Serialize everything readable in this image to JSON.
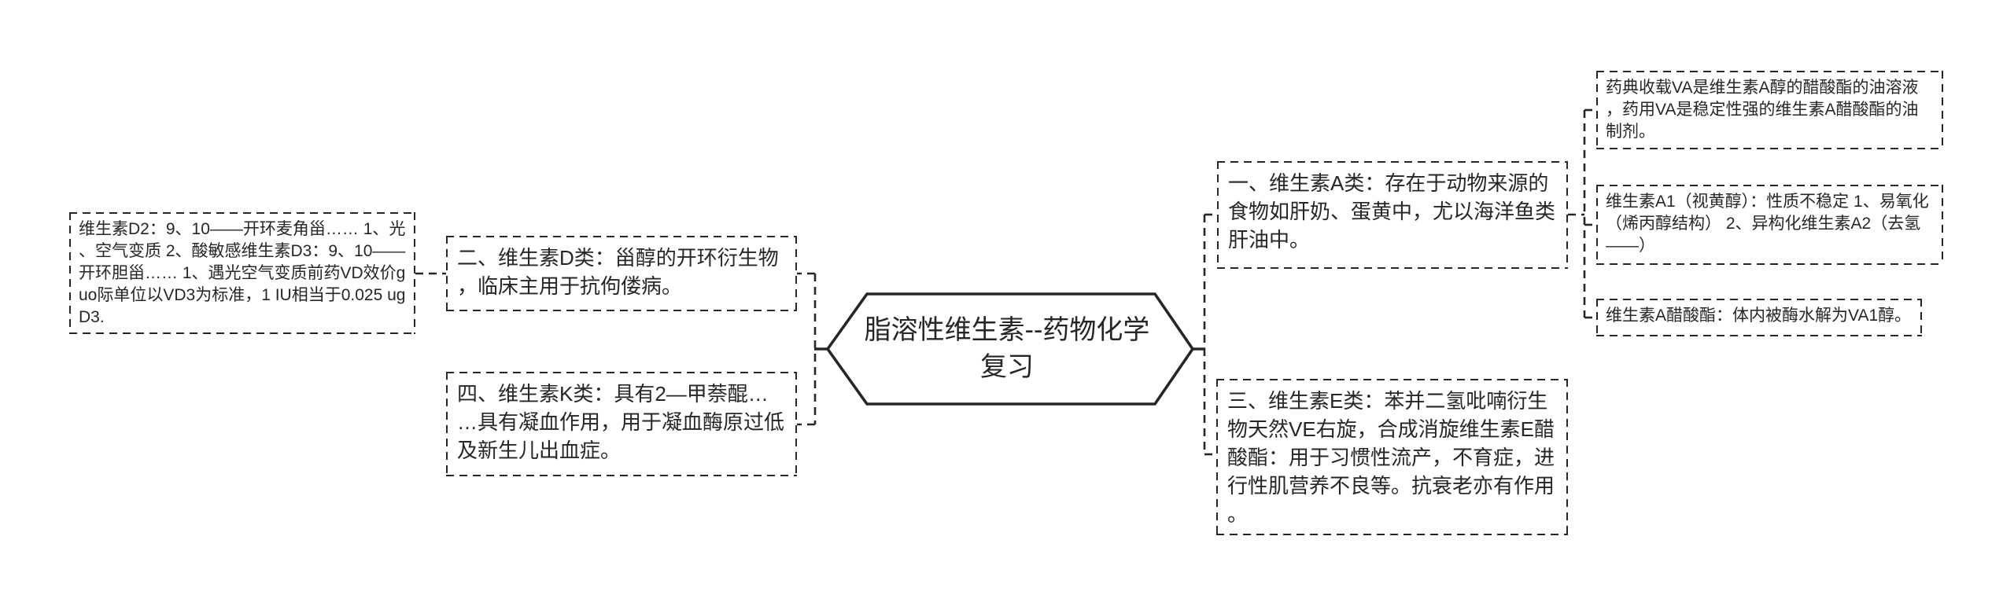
{
  "canvas": {
    "background": "#ffffff",
    "line_color": "#262626",
    "text_color": "#262626"
  },
  "mindmap": {
    "root": {
      "label": "脂溶性维生素--药物化学复习"
    },
    "left_branch": {
      "vitamin_d": {
        "label": "二、维生素D类：甾醇的开环衍生物，临床主用于抗佝偻病。",
        "children": {
          "vitamin_d2_note": {
            "label": "维生素D2：9、10——开环麦角甾…… 1、光、空气变质 2、酸敏感维生素D3：9、10——开环胆甾…… 1、遇光空气变质前药VD效价guo际单位以VD3为标准，1 IU相当于0.025 ug D3."
          }
        }
      },
      "vitamin_k": {
        "label": "四、维生素K类：具有2—甲萘醌……具有凝血作用，用于凝血酶原过低及新生儿出血症。"
      }
    },
    "right_branch": {
      "vitamin_a": {
        "label": "一、维生素A类：存在于动物来源的食物如肝奶、蛋黄中，尤以海洋鱼类肝油中。",
        "children": {
          "va_pharmacopoeia_note": {
            "label": "药典收载VA是维生素A醇的醋酸酯的油溶液，药用VA是稳定性强的维生素A醋酸酯的油制剂。"
          },
          "vitamin_a1_note": {
            "label": "维生素A1（视黄醇）：性质不稳定 1、易氧化（烯丙醇结构） 2、异构化维生素A2（去氢——）"
          },
          "va_acetate_note": {
            "label": "维生素A醋酸酯：体内被酶水解为VA1醇。"
          }
        }
      },
      "vitamin_e": {
        "label": "三、维生素E类：苯并二氢吡喃衍生物天然VE右旋，合成消旋维生素E醋酸酯：用于习惯性流产，不育症，进行性肌营养不良等。抗衰老亦有作用。"
      }
    }
  }
}
